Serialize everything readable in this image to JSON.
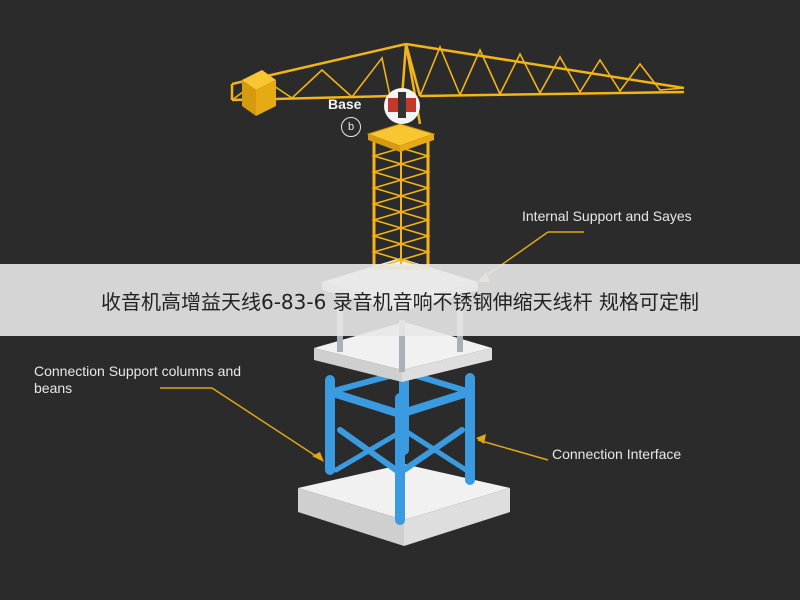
{
  "labels": {
    "base": "Base",
    "base_marker": "b",
    "internal_support": "Internal Support and Sayes",
    "connection_support": "Connection Support columns and beans",
    "connection_interface": "Connection Interface"
  },
  "banner": {
    "text": "收音机高增益天线6-83-6 录音机音响不锈钢伸缩天线杆 规格可定制"
  },
  "colors": {
    "background": "#2b2b2b",
    "crane": "#f2b416",
    "columns": "#3a9be0",
    "slabs": "#f1f1f1",
    "leader_lines": "#e0a818",
    "banner": "#e8e8e8"
  }
}
